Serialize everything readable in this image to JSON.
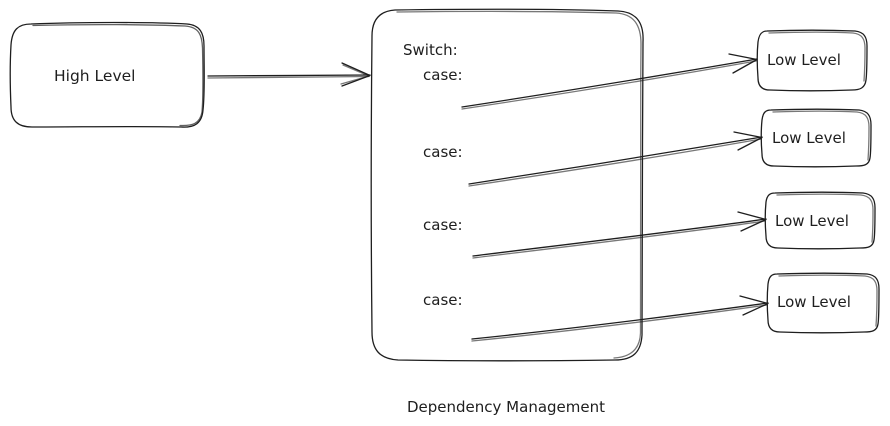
{
  "diagram": {
    "high_level": {
      "label": "High Level"
    },
    "switch_box": {
      "switch_label": "Switch:",
      "cases": [
        "case:",
        "case:",
        "case:",
        "case:"
      ]
    },
    "low_levels": [
      "Low Level",
      "Low Level",
      "Low Level",
      "Low Level"
    ],
    "caption": "Dependency Management"
  },
  "colors": {
    "stroke": "#1e1e1e",
    "background": "#ffffff"
  }
}
